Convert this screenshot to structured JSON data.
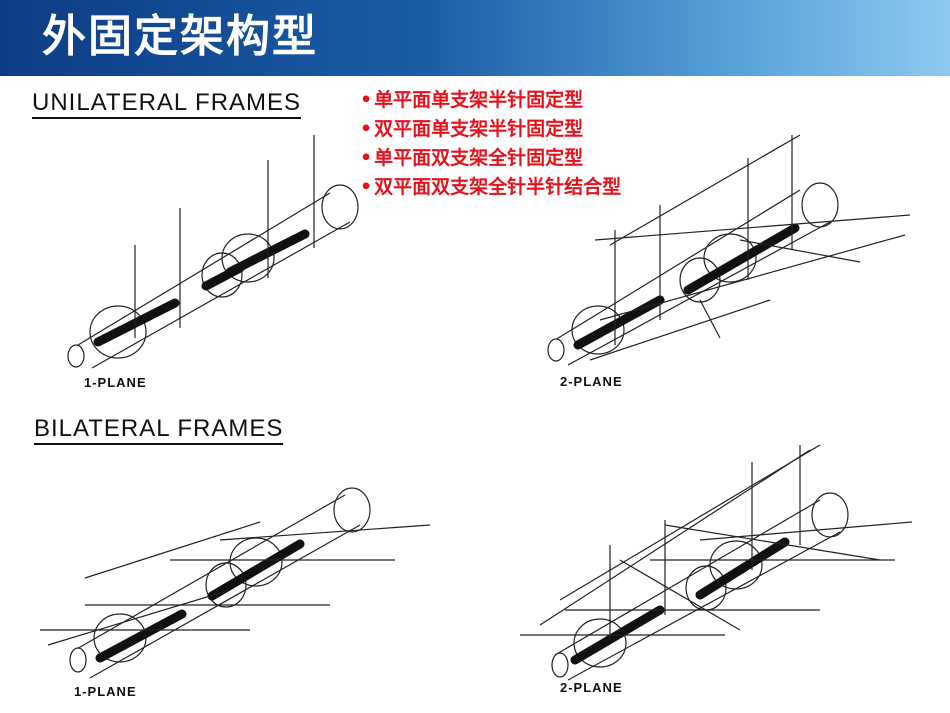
{
  "title": "外固定架构型",
  "headings": {
    "unilateral": "UNILATERAL FRAMES",
    "bilateral": "BILATERAL FRAMES"
  },
  "bullets": [
    "单平面单支架半针固定型",
    "双平面单支架半针固定型",
    "单平面双支架全针固定型",
    "双平面双支架全针半针结合型"
  ],
  "bullet_marker": "•",
  "labels": {
    "uni_1plane": "1-PLANE",
    "uni_2plane": "2-PLANE",
    "bi_1plane": "1-PLANE",
    "bi_2plane": "2-PLANE"
  },
  "colors": {
    "title_bar_start": "#0d3c84",
    "title_bar_end": "#8ec8ef",
    "bullet_text": "#e8101a"
  }
}
